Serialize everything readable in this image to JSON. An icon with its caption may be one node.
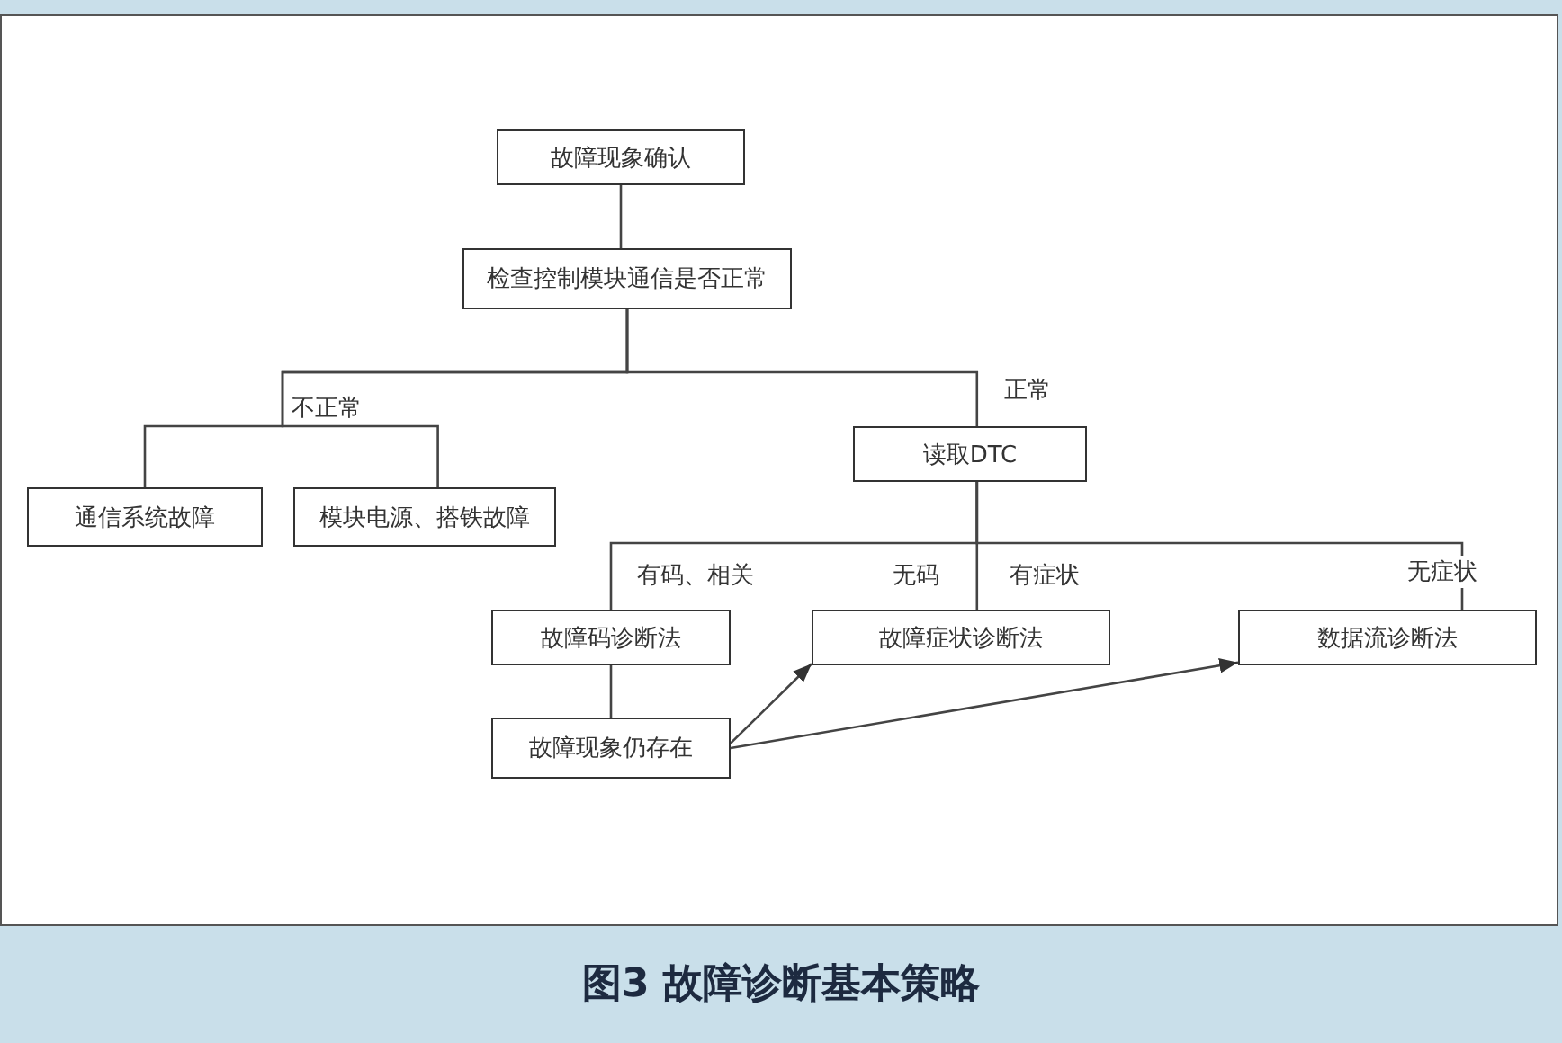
{
  "diagram": {
    "caption": "图3 故障诊断基本策略",
    "nodes": [
      {
        "text": [
          "故障现象确认"
        ]
      },
      {
        "text": [
          "检查控制模块通信是否正常"
        ]
      },
      {
        "text": [
          "通信系统故障"
        ]
      },
      {
        "text": [
          "模块电源、搭铁故障"
        ]
      },
      {
        "text": [
          "读取DTC"
        ]
      },
      {
        "text": [
          "故障码诊断法"
        ]
      },
      {
        "text": [
          "故障症状诊断法"
        ]
      },
      {
        "text": [
          "数据流诊断法"
        ]
      },
      {
        "text": [
          "故障现象仍存在"
        ]
      }
    ],
    "edges": [
      {
        "from": 0,
        "to": 1,
        "arrow": "none"
      },
      {
        "from": 1,
        "to": 2,
        "arrow": "none",
        "label": "不正常"
      },
      {
        "from": 1,
        "to": 3,
        "arrow": "none"
      },
      {
        "from": 1,
        "to": 4,
        "arrow": "none",
        "label": "正常"
      },
      {
        "from": 4,
        "to": 5,
        "arrow": "none",
        "label": "有码、相关"
      },
      {
        "from": 4,
        "to": 6,
        "arrow": "none",
        "label": "无码"
      },
      {
        "from": 4,
        "to": 7,
        "arrow": "none",
        "label": "无症状"
      },
      {
        "from": 5,
        "to": 8,
        "arrow": "none"
      },
      {
        "from": 8,
        "to": 6,
        "arrow": "to"
      },
      {
        "from": 8,
        "to": 7,
        "arrow": "to"
      }
    ],
    "labels": [
      "有症状"
    ]
  }
}
